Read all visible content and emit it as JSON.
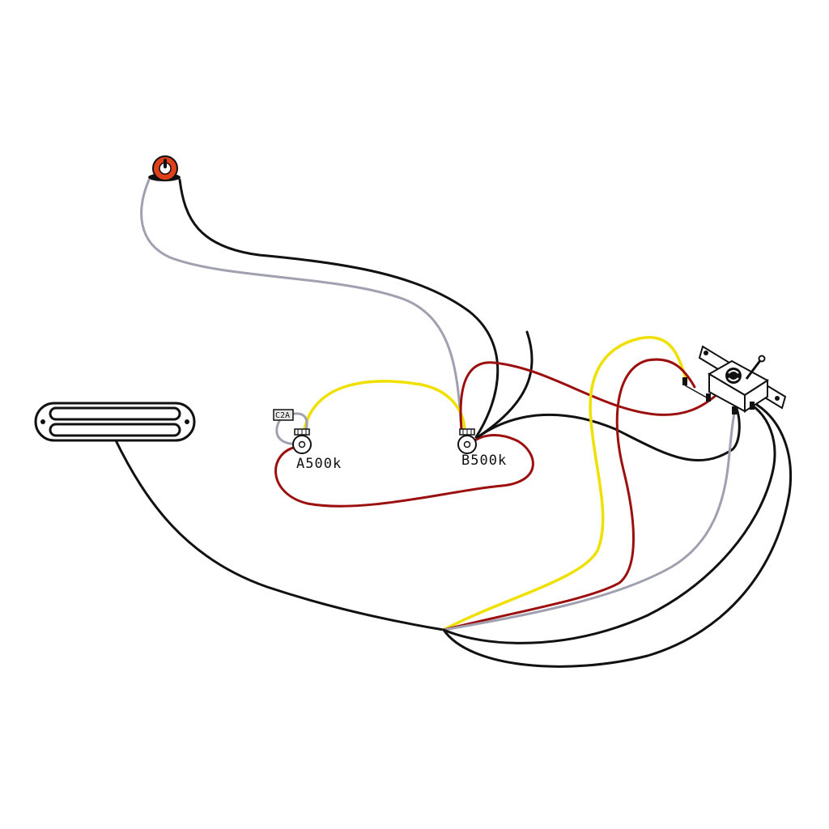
{
  "components": {
    "pickup": {
      "icon": "humbucker-rail-pickup-icon"
    },
    "output_jack": {
      "icon": "output-jack-icon"
    },
    "volume_pot": {
      "label": "A500k",
      "icon": "potentiometer-icon"
    },
    "tone_pot": {
      "label": "B500k",
      "icon": "potentiometer-icon"
    },
    "capacitor": {
      "label": "C2A",
      "icon": "capacitor-icon"
    },
    "selector_switch": {
      "icon": "pickup-selector-switch-icon"
    }
  },
  "colors": {
    "black_wire": "#111111",
    "gray_wire": "#a0a0b0",
    "red_wire": "#9c0f0f",
    "yellow_wire": "#f0e000",
    "jack_orange": "#e0401a"
  }
}
